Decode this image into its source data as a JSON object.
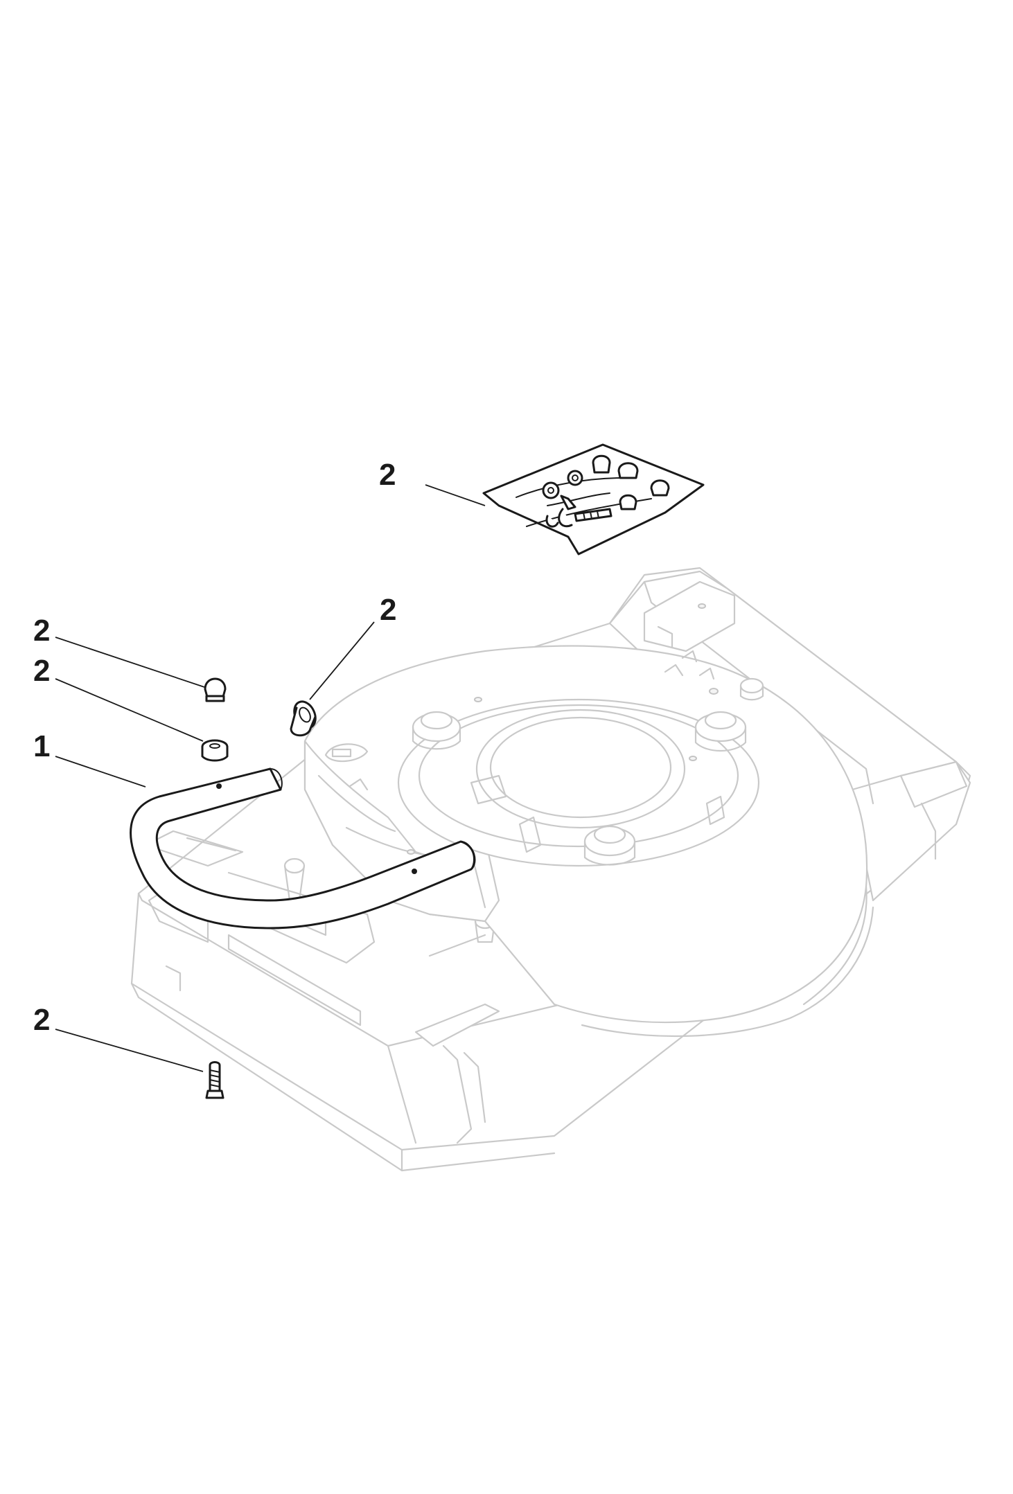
{
  "diagram": {
    "callouts": [
      {
        "id": "bag-kit",
        "label": "2"
      },
      {
        "id": "plug",
        "label": "2"
      },
      {
        "id": "cap-nut",
        "label": "2"
      },
      {
        "id": "lock-nut",
        "label": "2"
      },
      {
        "id": "handle-bar",
        "label": "1"
      },
      {
        "id": "bolt",
        "label": "2"
      }
    ],
    "colors": {
      "part_stroke": "#1a1a1a",
      "ghost_stroke": "#c9c9c9",
      "background": "#ffffff"
    }
  }
}
